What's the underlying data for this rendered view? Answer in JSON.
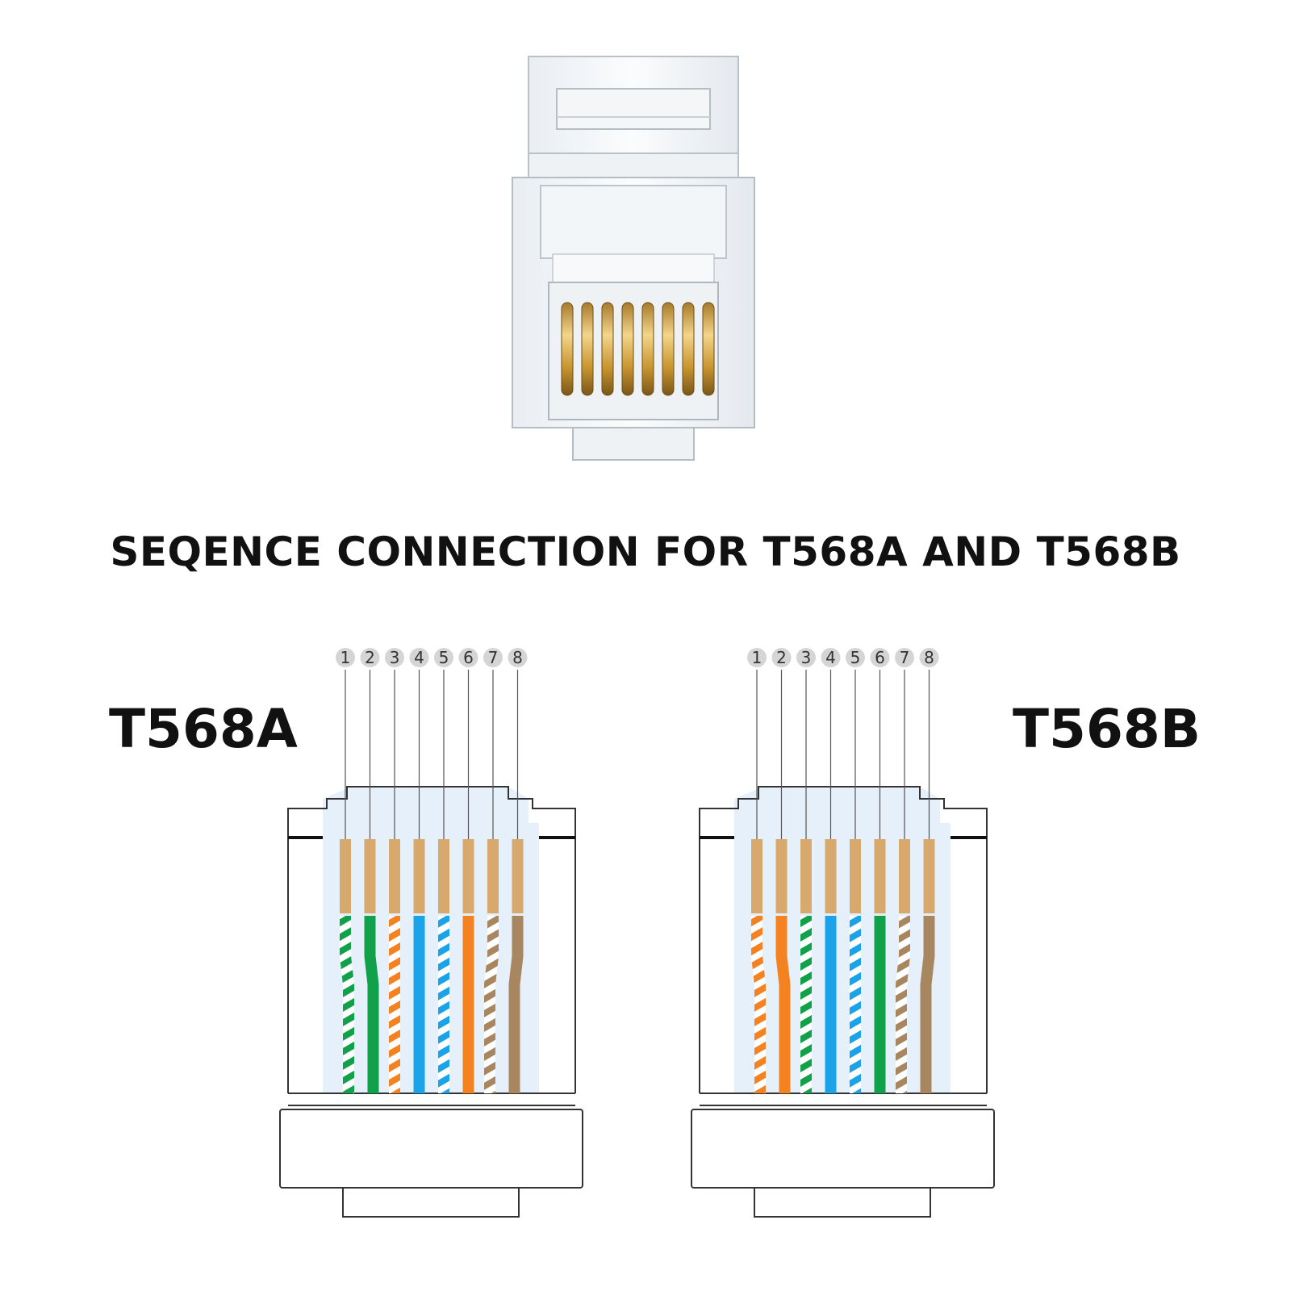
{
  "title": "SEQENCE CONNECTION FOR T568A AND T568B",
  "pin_numbers": [
    "1",
    "2",
    "3",
    "4",
    "5",
    "6",
    "7",
    "8"
  ],
  "standards": [
    {
      "label": "T568A",
      "wires": [
        {
          "color": "#12a14b",
          "striped": true
        },
        {
          "color": "#12a14b",
          "striped": false
        },
        {
          "color": "#f58220",
          "striped": true
        },
        {
          "color": "#1aa3e8",
          "striped": false
        },
        {
          "color": "#1aa3e8",
          "striped": true
        },
        {
          "color": "#f58220",
          "striped": false
        },
        {
          "color": "#a8865f",
          "striped": true
        },
        {
          "color": "#a8865f",
          "striped": false
        }
      ]
    },
    {
      "label": "T568B",
      "wires": [
        {
          "color": "#f58220",
          "striped": true
        },
        {
          "color": "#f58220",
          "striped": false
        },
        {
          "color": "#12a14b",
          "striped": true
        },
        {
          "color": "#1aa3e8",
          "striped": false
        },
        {
          "color": "#1aa3e8",
          "striped": true
        },
        {
          "color": "#12a14b",
          "striped": false
        },
        {
          "color": "#a8865f",
          "striped": true
        },
        {
          "color": "#a8865f",
          "striped": false
        }
      ]
    }
  ],
  "colors": {
    "outline": "#333333",
    "contact": "#d8a96d",
    "window": "#e6f0fa",
    "leader": "#555555",
    "badge": "#d5d5d5",
    "gold": "#d4a23c"
  }
}
